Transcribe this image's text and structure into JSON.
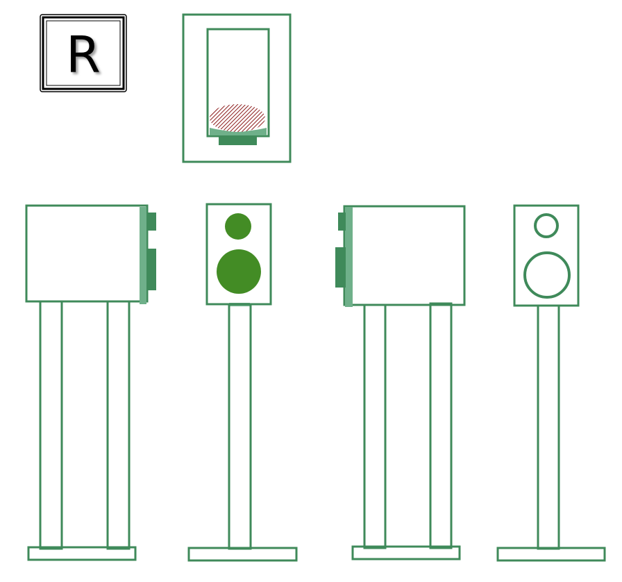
{
  "badge": {
    "letter": "R"
  },
  "colors": {
    "stroke": "#3f8a5a",
    "driver_fill": "#438c25",
    "panel_fill": "#3f8a5a",
    "panel_light": "#6fb08a",
    "hatch": "#8b1a1a",
    "background": "#ffffff"
  },
  "views": [
    {
      "name": "top-view",
      "description_icon": "speaker-top-view"
    },
    {
      "name": "left-side-view",
      "description_icon": "speaker-side-view"
    },
    {
      "name": "front-view-filled",
      "description_icon": "speaker-front-view"
    },
    {
      "name": "right-side-view",
      "description_icon": "speaker-side-view"
    },
    {
      "name": "front-view-outline",
      "description_icon": "speaker-front-view"
    }
  ]
}
